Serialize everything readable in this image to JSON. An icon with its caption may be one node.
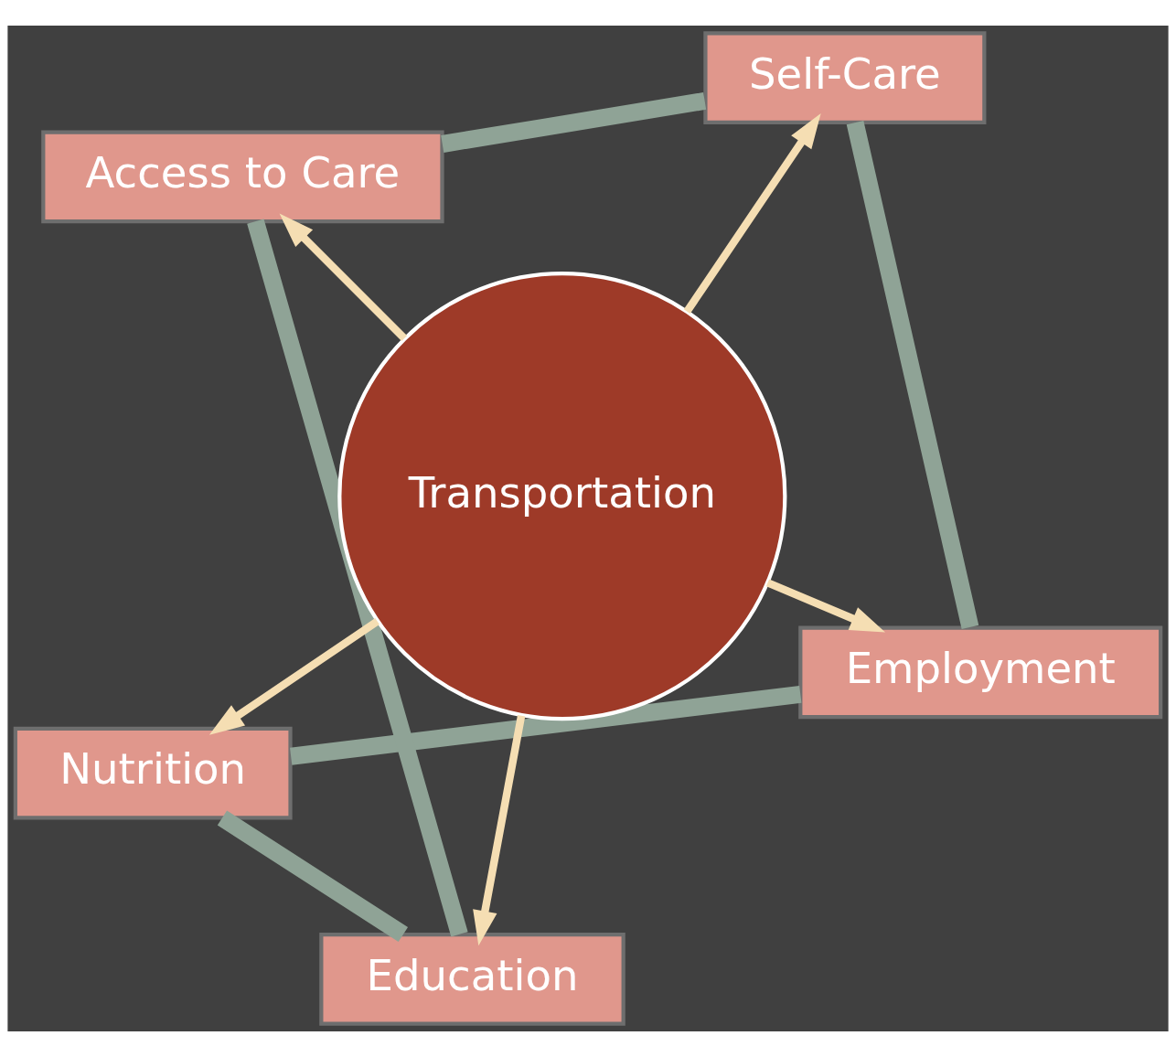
{
  "diagram": {
    "nodes": [
      {
        "text": [
          "Nutrition"
        ]
      },
      {
        "text": [
          "Employment"
        ]
      },
      {
        "text": [
          "Education"
        ]
      },
      {
        "text": [
          "Transportation"
        ]
      },
      {
        "text": [
          "Self-Care"
        ]
      },
      {
        "text": [
          "Access to Care"
        ]
      }
    ],
    "edges": [
      {
        "from": 3,
        "to": 0,
        "arrow": "to",
        "color": "#f5deb3"
      },
      {
        "from": 3,
        "to": 1,
        "arrow": "to",
        "color": "#f5deb3"
      },
      {
        "from": 3,
        "to": 2,
        "arrow": "to",
        "color": "#f5deb3"
      },
      {
        "from": 3,
        "to": 4,
        "arrow": "to",
        "color": "#f5deb3"
      },
      {
        "from": 3,
        "to": 5,
        "arrow": "to",
        "color": "#f5deb3"
      },
      {
        "from": 0,
        "to": 2,
        "arrow": "none",
        "style": "thick",
        "color": "#8fa396"
      },
      {
        "from": 2,
        "to": 5,
        "arrow": "none",
        "style": "thick",
        "color": "#8fa396"
      },
      {
        "from": 5,
        "to": 4,
        "arrow": "none",
        "style": "thick",
        "color": "#8fa396"
      },
      {
        "from": 4,
        "to": 1,
        "arrow": "none",
        "style": "thick",
        "color": "#8fa396"
      },
      {
        "from": 1,
        "to": 0,
        "arrow": "none",
        "style": "thick",
        "color": "#8fa396"
      }
    ]
  }
}
